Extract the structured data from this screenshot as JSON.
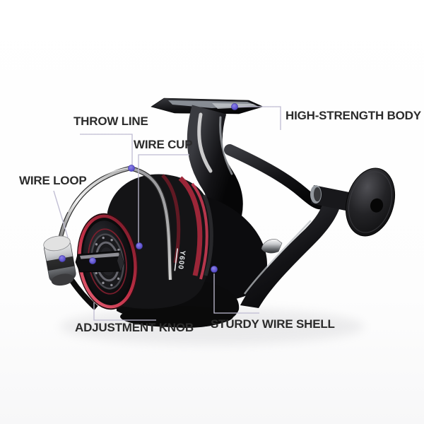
{
  "annotations": [
    {
      "id": "throw-line",
      "label": "THROW LINE"
    },
    {
      "id": "wire-cup",
      "label": "WIRE CUP"
    },
    {
      "id": "wire-loop",
      "label": "WIRE LOOP"
    },
    {
      "id": "high-strength-body",
      "label": "HIGH-STRENGTH BODY"
    },
    {
      "id": "adjustment-knob",
      "label": "ADJUSTMENT KNOB"
    },
    {
      "id": "sturdy-wire-shell",
      "label": "STURDY WIRE SHELL"
    }
  ],
  "reel": {
    "spool_marking": "Y600"
  },
  "colors": {
    "label_text": "#2b2b2b",
    "leader_line": "#bfbcd2",
    "marker_dot": "#6156d2",
    "spool_accent_red": "#c23047",
    "reel_black": "#0d0d0f",
    "background": "#ffffff"
  }
}
